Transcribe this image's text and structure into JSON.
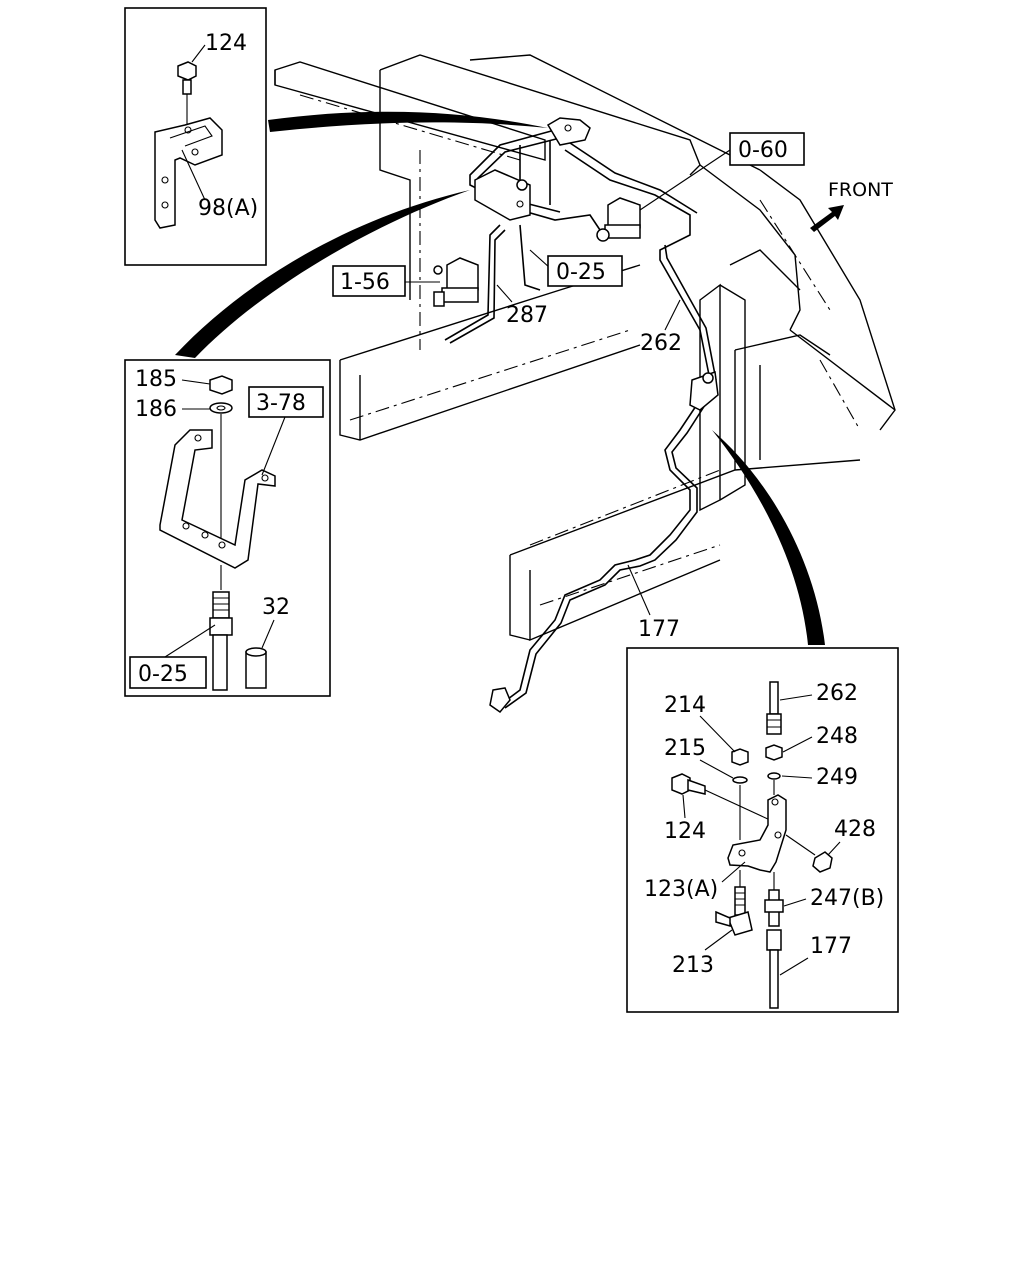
{
  "front_label": "FRONT",
  "main_labels": {
    "ref_0_60": "0-60",
    "ref_0_25_top": "0-25",
    "ref_1_56": "1-56",
    "p287": "287",
    "p262": "262",
    "p177": "177"
  },
  "inset_top_left": {
    "p124": "124",
    "p98a": "98(A)"
  },
  "inset_left": {
    "p185": "185",
    "p186": "186",
    "ref_3_78": "3-78",
    "p32": "32",
    "ref_0_25": "0-25"
  },
  "inset_right": {
    "p214": "214",
    "p262": "262",
    "p248": "248",
    "p215": "215",
    "p249": "249",
    "p124": "124",
    "p428": "428",
    "p123a": "123(A)",
    "p247b": "247(B)",
    "p213": "213",
    "p177": "177"
  }
}
